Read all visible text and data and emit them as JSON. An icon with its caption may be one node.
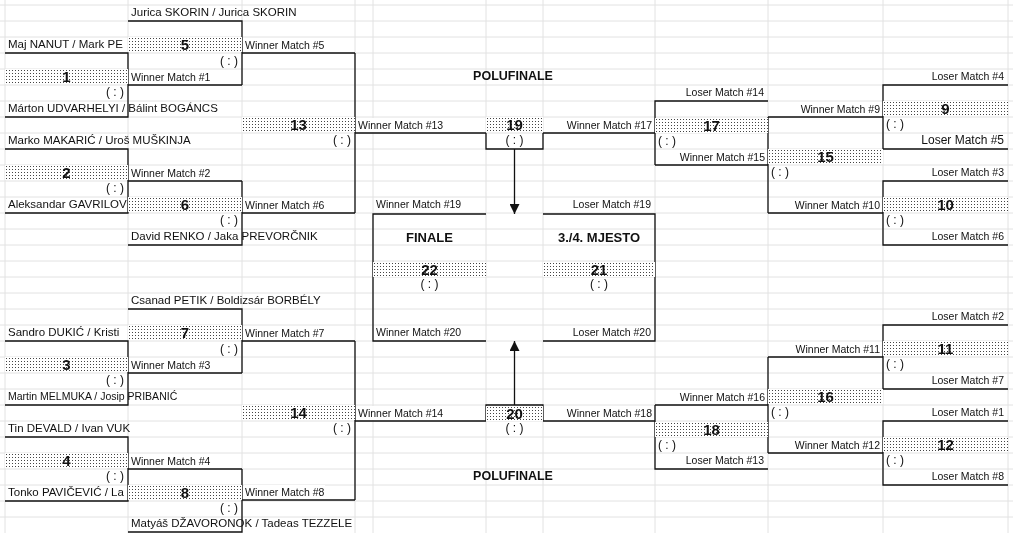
{
  "diagram": {
    "nodes": [
      {
        "text": [
          "Maj NANUT / Mark PE",
          "1",
          "( : )",
          "Márton UDVARHELYI / Bálint BOGÁNCS"
        ]
      },
      {
        "text": [
          "Marko MAKARIĆ / Uroš MUŠKINJA",
          "2",
          "( : )",
          "Aleksandar GAVRILOV"
        ]
      },
      {
        "text": [
          "Sandro DUKIĆ / Kristi",
          "3",
          "( : )",
          "Martin MELMUKA / Josip PRIBANIĆ"
        ]
      },
      {
        "text": [
          "Tin DEVALD / Ivan VUK",
          "4",
          "( : )",
          "Tonko PAVIČEVIĆ / La"
        ]
      },
      {
        "text": [
          "Jurica SKORIN / Jurica SKORIN",
          "5",
          "( : )"
        ]
      },
      {
        "text": [
          "6",
          "( : )",
          "David RENKO / Jaka PREVORČNIK"
        ]
      },
      {
        "text": [
          "Csanad PETIK / Boldizsár BORBÉLY",
          "7",
          "( : )"
        ]
      },
      {
        "text": [
          "8",
          "( : )",
          "Matyáš DŽAVORONOK / Tadeas TEZZELE"
        ]
      },
      {
        "text": [
          "Loser Match #4",
          "9",
          "( : )",
          "Loser Match #5"
        ]
      },
      {
        "text": [
          "Loser Match #3",
          "10",
          "( : )",
          "Loser Match #6"
        ]
      },
      {
        "text": [
          "Loser Match #2",
          "11",
          "( : )",
          "Loser Match #7"
        ]
      },
      {
        "text": [
          "Loser Match #1",
          "12",
          "( : )",
          "Loser Match #8"
        ]
      },
      {
        "text": [
          "13",
          "( : )"
        ]
      },
      {
        "text": [
          "14",
          "( : )"
        ]
      },
      {
        "text": [
          "15",
          "( : )"
        ]
      },
      {
        "text": [
          "16",
          "( : )"
        ]
      },
      {
        "text": [
          "Loser Match #14",
          "17",
          "( : )"
        ]
      },
      {
        "text": [
          "18",
          "( : )",
          "Loser Match #13"
        ]
      },
      {
        "text": [
          "19",
          "( : )"
        ]
      },
      {
        "text": [
          "20",
          "( : )"
        ]
      },
      {
        "text": [],
        "shape": "box"
      },
      {
        "text": [
          "Winner Match #19",
          "FINALE",
          "22",
          "( : )",
          "Winner Match #20"
        ],
        "in": 20
      },
      {
        "text": [
          "Loser Match #19",
          "3./4. MJESTO",
          "21",
          "( : )",
          "Loser Match #20"
        ],
        "in": 20
      }
    ],
    "edges": [
      {
        "from": 0,
        "to": 4,
        "arrow": "none",
        "label": "Winner Match #1"
      },
      {
        "from": 1,
        "to": 5,
        "arrow": "none",
        "label": "Winner Match #2"
      },
      {
        "from": 2,
        "to": 6,
        "arrow": "none",
        "label": "Winner Match #3"
      },
      {
        "from": 3,
        "to": 7,
        "arrow": "none",
        "label": "Winner Match #4"
      },
      {
        "from": 4,
        "to": 12,
        "arrow": "none",
        "label": "Winner Match #5"
      },
      {
        "from": 5,
        "to": 12,
        "arrow": "none",
        "label": "Winner Match #6"
      },
      {
        "from": 6,
        "to": 13,
        "arrow": "none",
        "label": "Winner Match #7"
      },
      {
        "from": 7,
        "to": 13,
        "arrow": "none",
        "label": "Winner Match #8"
      },
      {
        "from": 12,
        "to": 18,
        "arrow": "none",
        "label": "Winner Match #13"
      },
      {
        "from": 13,
        "to": 19,
        "arrow": "none",
        "label": "Winner Match #14"
      },
      {
        "from": 8,
        "to": 14,
        "arrow": "none",
        "label": "Winner Match #9"
      },
      {
        "from": 9,
        "to": 14,
        "arrow": "none",
        "label": "Winner Match #10"
      },
      {
        "from": 10,
        "to": 15,
        "arrow": "none",
        "label": "Winner Match #11"
      },
      {
        "from": 11,
        "to": 15,
        "arrow": "none",
        "label": "Winner Match #12"
      },
      {
        "from": 14,
        "to": 16,
        "arrow": "none",
        "label": "Winner Match #15"
      },
      {
        "from": 15,
        "to": 17,
        "arrow": "none",
        "label": "Winner Match #16"
      },
      {
        "from": 16,
        "to": 18,
        "arrow": "none",
        "label": "Winner Match #17"
      },
      {
        "from": 17,
        "to": 19,
        "arrow": "none",
        "label": "Winner Match #18"
      },
      {
        "from": 18,
        "to": 20,
        "arrow": "to"
      },
      {
        "from": 19,
        "to": 20,
        "arrow": "to"
      }
    ],
    "labels": [
      "POLUFINALE",
      "POLUFINALE"
    ]
  }
}
